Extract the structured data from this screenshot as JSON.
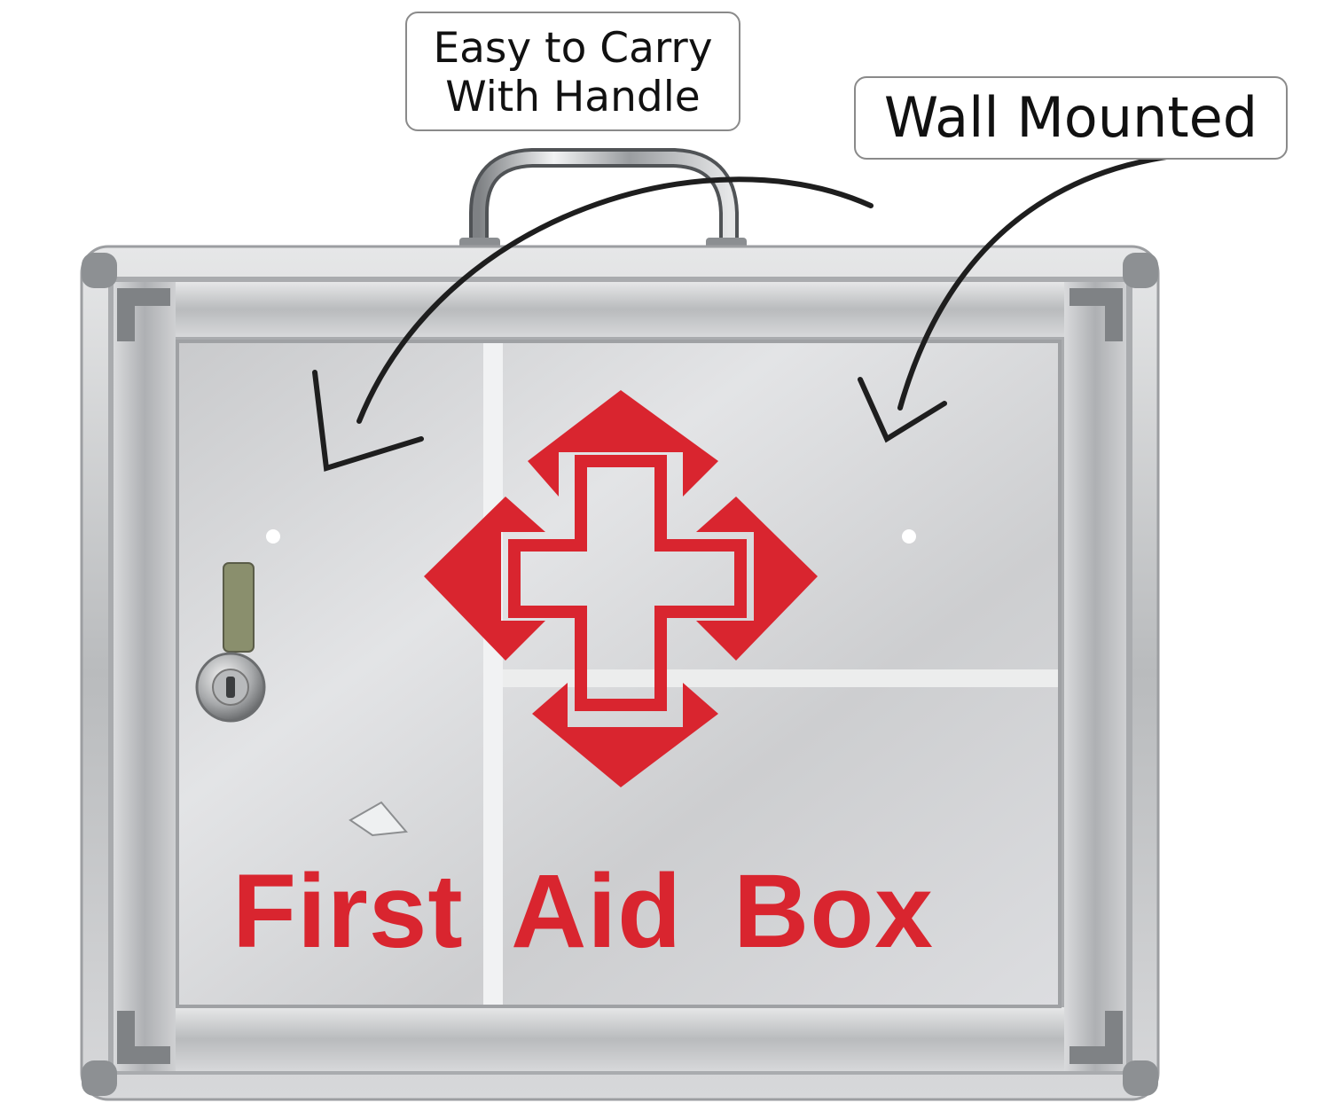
{
  "callouts": {
    "handle": {
      "line1": "Easy to Carry",
      "line2": "With Handle"
    },
    "wall": {
      "text": "Wall Mounted"
    }
  },
  "box": {
    "label": "First Aid Box",
    "label_color": "#d9252f",
    "cross_color": "#d9252f",
    "frame_color": "#bfc1c3"
  },
  "icons": [
    "carry-handle-icon",
    "first-aid-cross-icon",
    "lock-icon",
    "arrow-icon"
  ]
}
